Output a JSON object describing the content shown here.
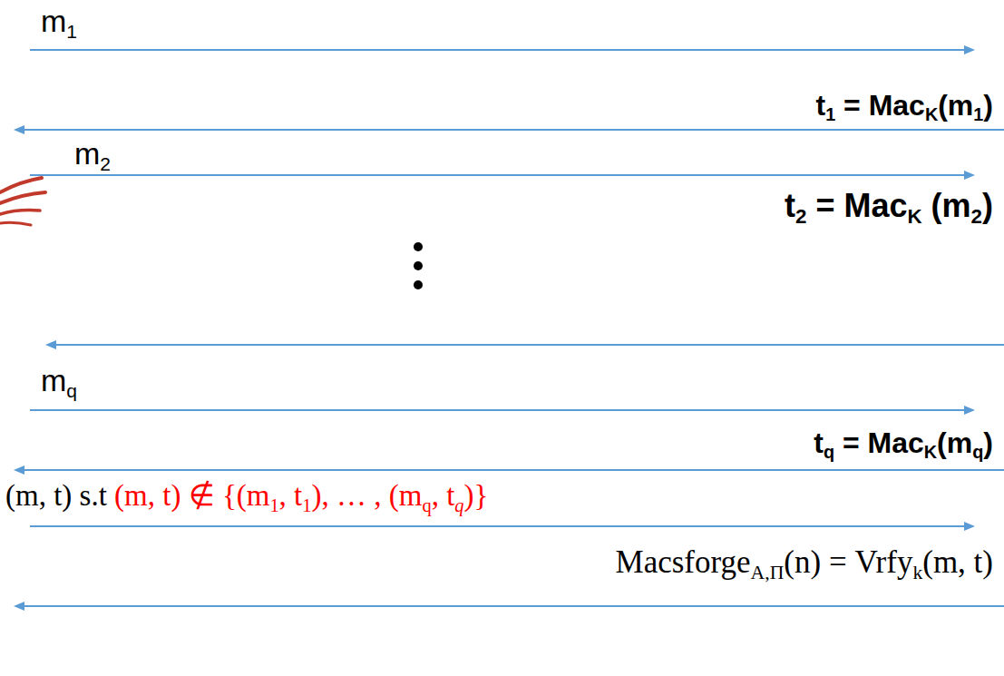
{
  "diagram": {
    "labels": [
      "m1",
      "t1 = MacK(m1)",
      "m2",
      "t2 = MacK (m2)",
      "mq",
      "tq = MacK(mq)",
      "(m, t) s.t (m, t) ∉ {(m1, t1), … , (mq, tq)}",
      "MacsforgeA,Π(n) = Vrfyk(m, t)"
    ]
  }
}
